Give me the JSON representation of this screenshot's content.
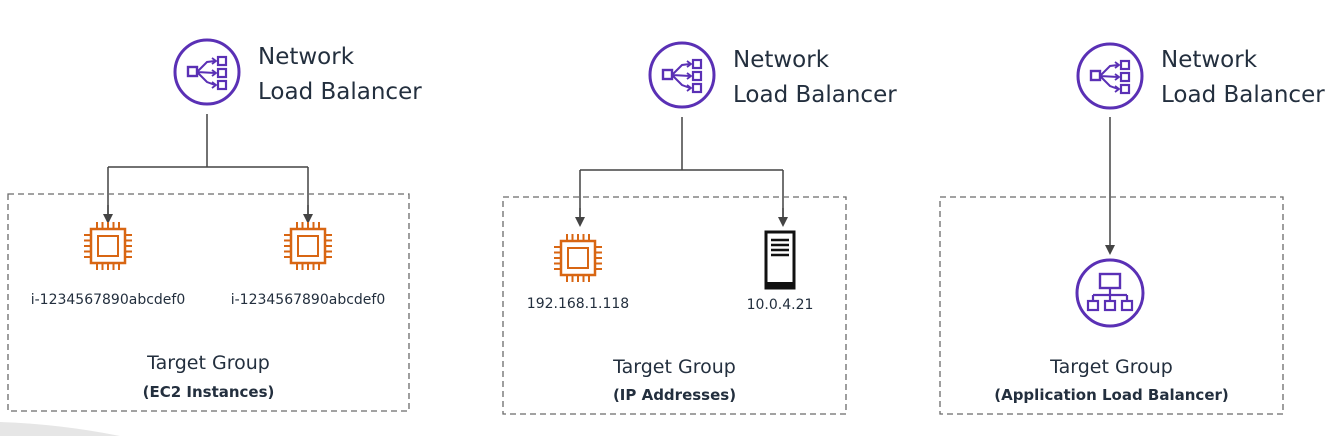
{
  "colors": {
    "nlb_purple": "#5a30b5",
    "ec2_orange": "#d86613",
    "line": "#444444",
    "dash": "#6b6b6b"
  },
  "panels": [
    {
      "nlb": {
        "icon": "network-load-balancer-icon",
        "line1": "Network",
        "line2": "Load Balancer"
      },
      "targets": [
        {
          "icon": "ec2-instance-icon",
          "label": "i-1234567890abcdef0"
        },
        {
          "icon": "ec2-instance-icon",
          "label": "i-1234567890abcdef0"
        }
      ],
      "group_title": "Target Group",
      "group_subtitle": "(EC2 Instances)"
    },
    {
      "nlb": {
        "icon": "network-load-balancer-icon",
        "line1": "Network",
        "line2": "Load Balancer"
      },
      "targets": [
        {
          "icon": "ec2-instance-icon",
          "label": "192.168.1.118"
        },
        {
          "icon": "server-icon",
          "label": "10.0.4.21"
        }
      ],
      "group_title": "Target Group",
      "group_subtitle": "(IP Addresses)"
    },
    {
      "nlb": {
        "icon": "network-load-balancer-icon",
        "line1": "Network",
        "line2": "Load Balancer"
      },
      "targets": [
        {
          "icon": "application-load-balancer-icon",
          "label": ""
        }
      ],
      "group_title": "Target Group",
      "group_subtitle": "(Application Load Balancer)"
    }
  ]
}
